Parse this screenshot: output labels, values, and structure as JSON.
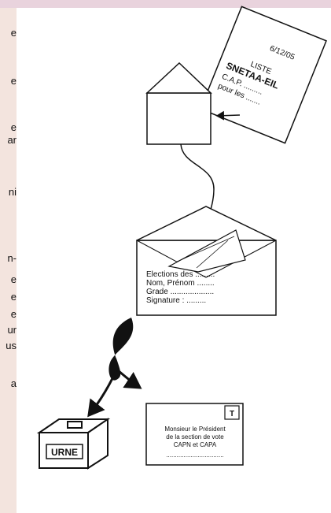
{
  "left_margin_fragments": [
    "e",
    "e",
    "e",
    "ar",
    "ni",
    "n-",
    "e",
    "e",
    "e",
    "ur",
    "us",
    "a"
  ],
  "ballot_list": {
    "date": "6/12/05",
    "line1": "LISTE",
    "line2": "SNETAA-EIL",
    "line3": "C.A.P.  .........",
    "line4": "pour les ......."
  },
  "inner_envelope": {
    "line1": "Elections des .........",
    "line2": "Nom, Prénom ........",
    "line3": "Grade ....................",
    "line4": "Signature  : ........."
  },
  "ballot_box": {
    "label": "URNE"
  },
  "outer_envelope": {
    "stamp": "T",
    "line1": "Monsieur le Président",
    "line2": "de la section de vote",
    "line3": "CAPN et CAPA",
    "line4": "................................."
  }
}
